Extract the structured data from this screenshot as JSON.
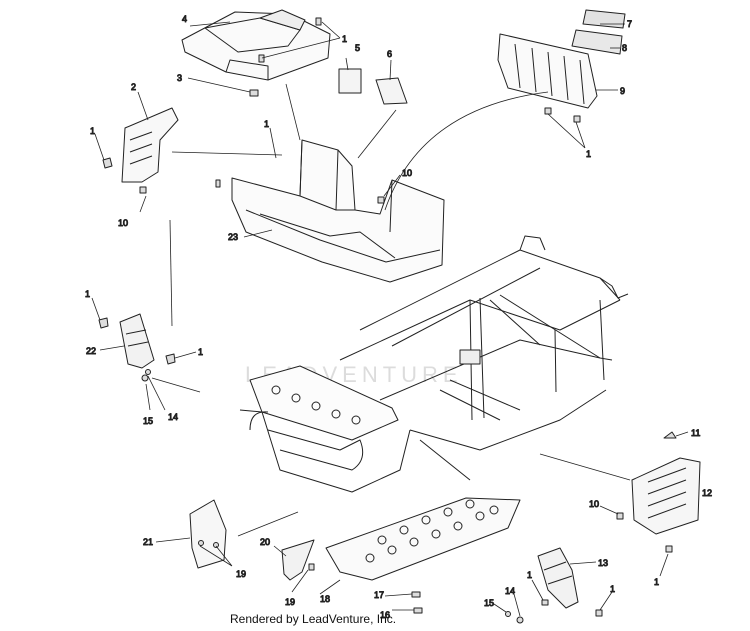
{
  "diagram": {
    "callouts": [
      {
        "id": "c1a",
        "label": "1"
      },
      {
        "id": "c2",
        "label": "2"
      },
      {
        "id": "c3",
        "label": "3"
      },
      {
        "id": "c4",
        "label": "4"
      },
      {
        "id": "c5",
        "label": "5"
      },
      {
        "id": "c6",
        "label": "6"
      },
      {
        "id": "c7",
        "label": "7"
      },
      {
        "id": "c8",
        "label": "8"
      },
      {
        "id": "c9",
        "label": "9"
      },
      {
        "id": "c1b",
        "label": "1"
      },
      {
        "id": "c1c",
        "label": "1"
      },
      {
        "id": "c1d",
        "label": "1"
      },
      {
        "id": "c10a",
        "label": "10"
      },
      {
        "id": "c10b",
        "label": "10"
      },
      {
        "id": "c23",
        "label": "23"
      },
      {
        "id": "c1e",
        "label": "1"
      },
      {
        "id": "c22",
        "label": "22"
      },
      {
        "id": "c1f",
        "label": "1"
      },
      {
        "id": "c14a",
        "label": "14"
      },
      {
        "id": "c15a",
        "label": "15"
      },
      {
        "id": "c11",
        "label": "11"
      },
      {
        "id": "c12",
        "label": "12"
      },
      {
        "id": "c10c",
        "label": "10"
      },
      {
        "id": "c1g",
        "label": "1"
      },
      {
        "id": "c21",
        "label": "21"
      },
      {
        "id": "c20",
        "label": "20"
      },
      {
        "id": "c19a",
        "label": "19"
      },
      {
        "id": "c19b",
        "label": "19"
      },
      {
        "id": "c18",
        "label": "18"
      },
      {
        "id": "c17",
        "label": "17"
      },
      {
        "id": "c16",
        "label": "16"
      },
      {
        "id": "c13",
        "label": "13"
      },
      {
        "id": "c1h",
        "label": "1"
      },
      {
        "id": "c1i",
        "label": "1"
      },
      {
        "id": "c14b",
        "label": "14"
      },
      {
        "id": "c15b",
        "label": "15"
      }
    ],
    "watermark": "LEADVENTURE",
    "footer": "Rendered by LeadVenture, Inc."
  }
}
